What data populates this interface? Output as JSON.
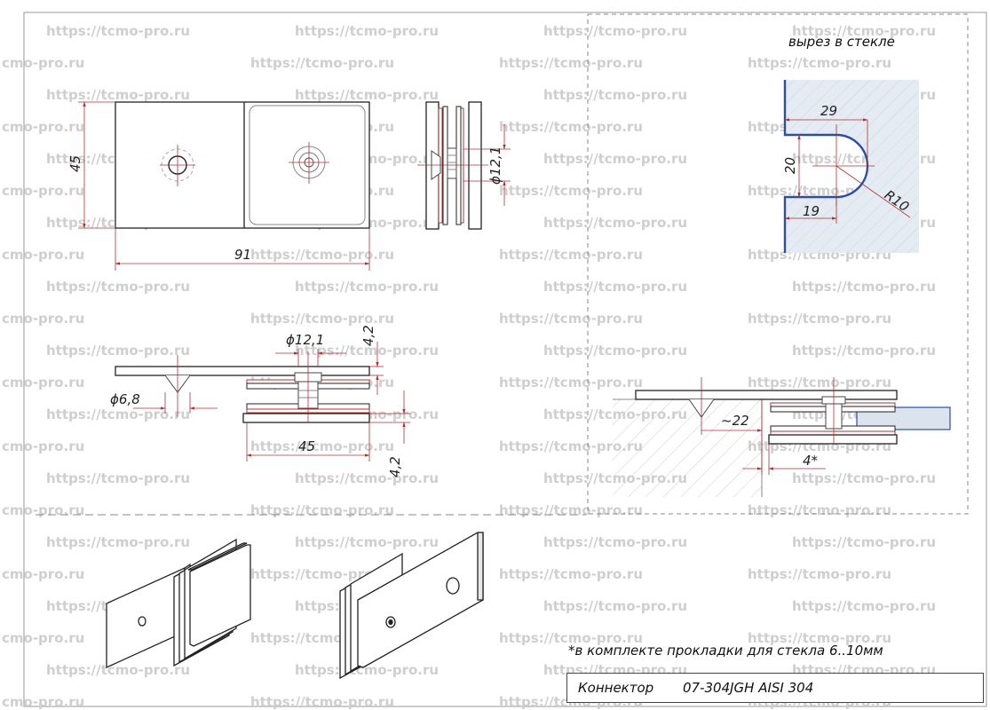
{
  "watermark": {
    "full": "https://tcmo-pro.ru",
    "short": "cmo-pro.ru"
  },
  "top_view": {
    "width_dim": "91",
    "height_dim": "45"
  },
  "side_view": {
    "bolt_dim": "ϕ12,1"
  },
  "section_view": {
    "bolt_dim": "ϕ12,1",
    "thickness_top": "4,2",
    "hole_dim": "ϕ6,8",
    "length_dim": "45",
    "thickness_bottom": "4,2"
  },
  "cutout_detail": {
    "title": "вырез в стекле",
    "width_dim": "29",
    "depth_dim": "20",
    "edge_dim": "19",
    "radius_dim": "R10"
  },
  "install_detail": {
    "offset_dim": "~22",
    "gap_dim": "4*"
  },
  "footnote": "*в комплекте прокладки для стекла 6..10мм",
  "title_block": {
    "name": "Коннектор",
    "code": "07-304JGH AISI 304"
  },
  "colors": {
    "outline": "#222222",
    "accent": "#b03030",
    "glass_edge": "#2b4fa8",
    "glass_fill": "#dbe4ee",
    "watermark": "#cfcfcf"
  }
}
